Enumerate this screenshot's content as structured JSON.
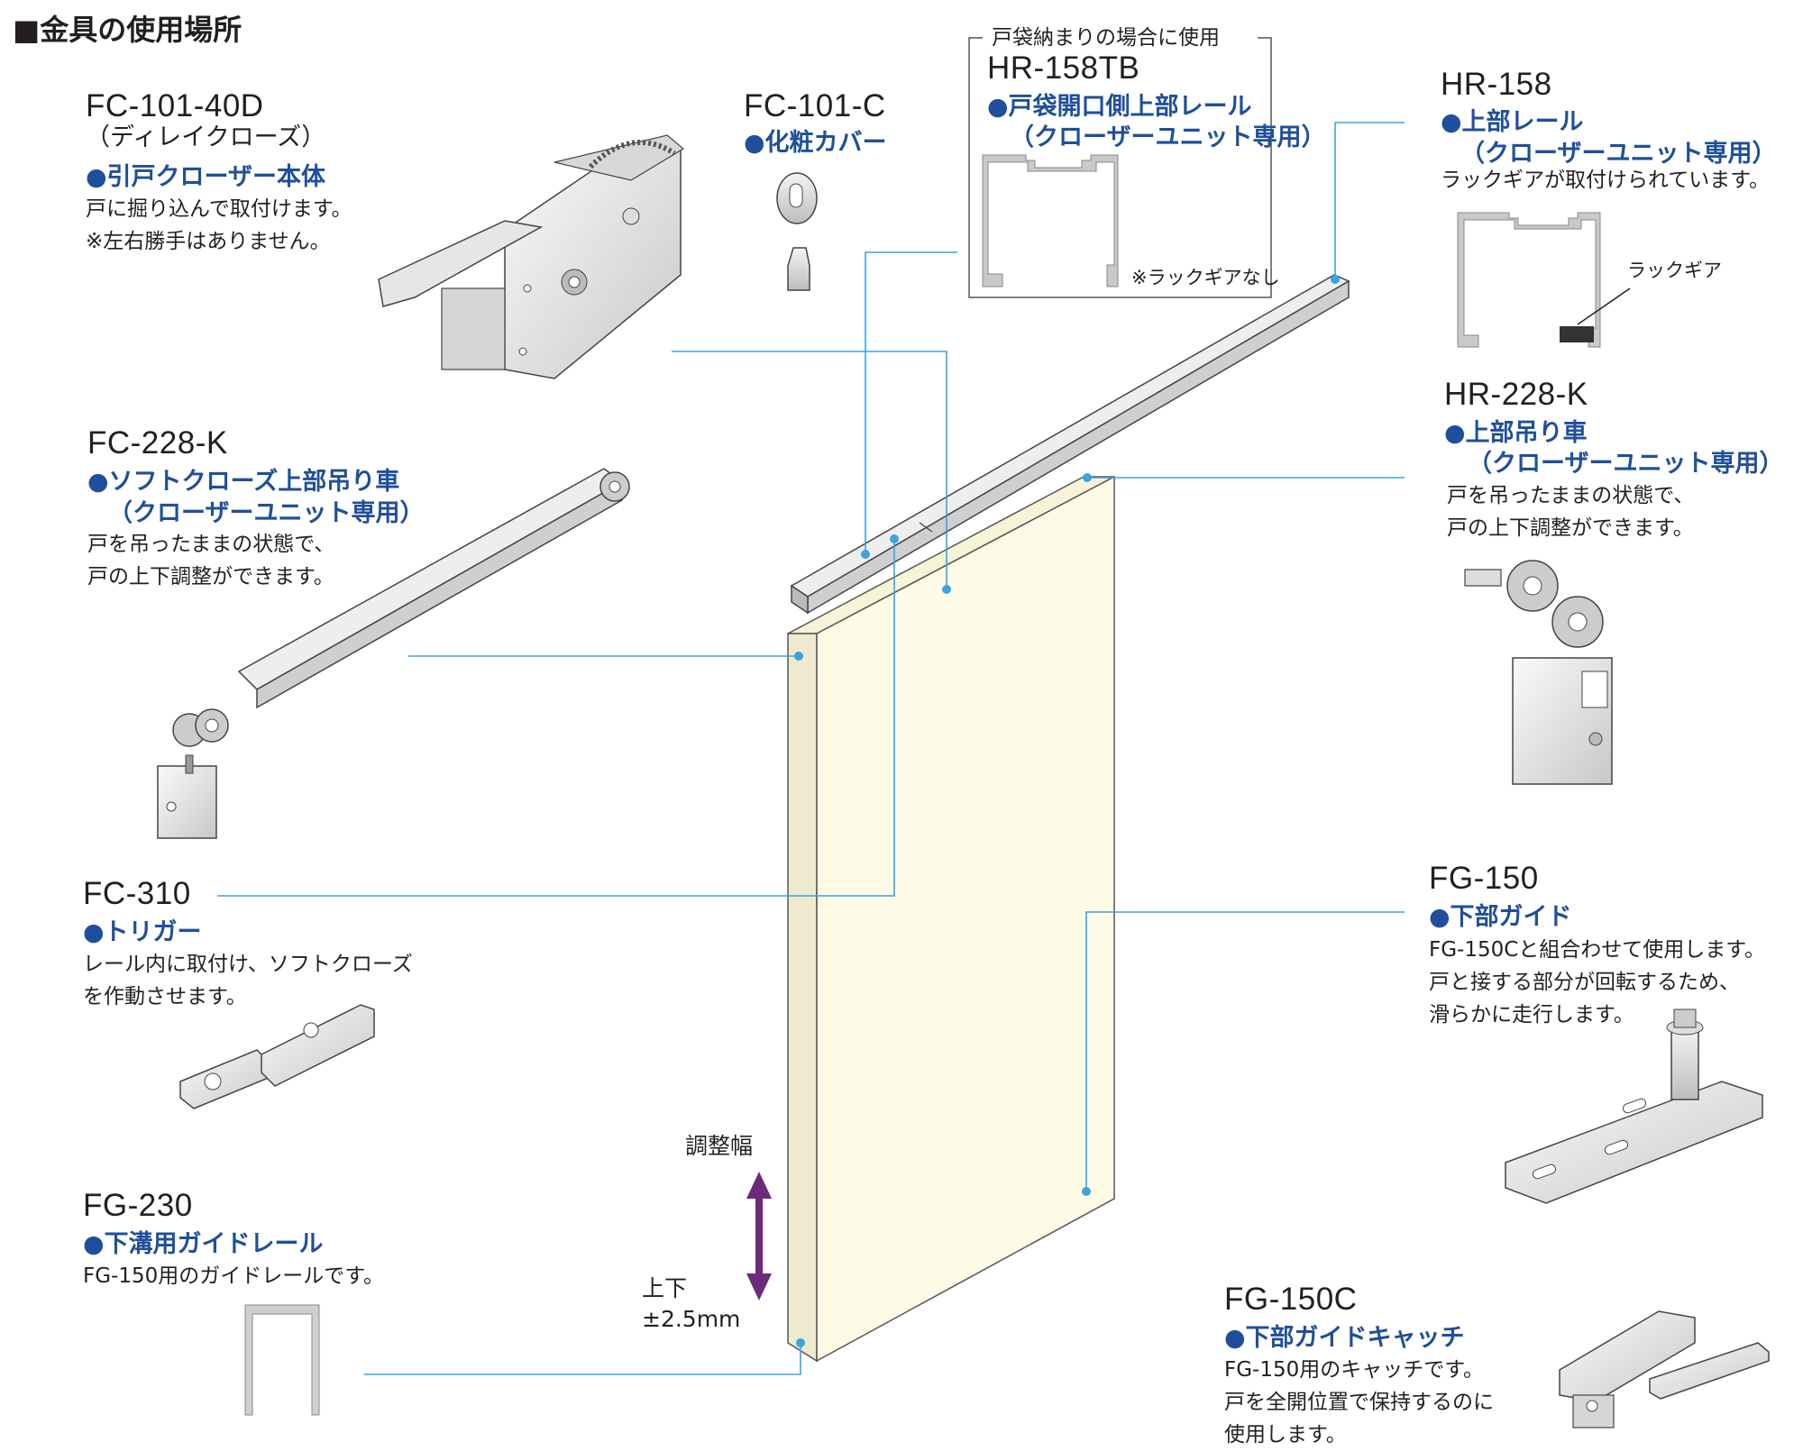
{
  "title": "■金具の使用場所",
  "colors": {
    "accent": "#1f4f9c",
    "leader": "#3aa3e0",
    "door": "#fdfbe6",
    "arrow": "#6b2a7a"
  },
  "parts": {
    "fc101_40d": {
      "code": "FC-101-40D",
      "sub": "（ディレイクローズ）",
      "name": "●引戸クローザー本体",
      "desc1": "戸に掘り込んで取付けます。",
      "desc2": "※左右勝手はありません。"
    },
    "fc101c": {
      "code": "FC-101-C",
      "name": "●化粧カバー"
    },
    "hr158tb": {
      "frame_label": "戸袋納まりの場合に使用",
      "code": "HR-158TB",
      "name1": "●戸袋開口側上部レール",
      "name2": "（クローザーユニット専用）",
      "note": "※ラックギアなし"
    },
    "hr158": {
      "code": "HR-158",
      "name1": "●上部レール",
      "name2": "（クローザーユニット専用）",
      "desc": "ラックギアが取付けられています。",
      "rack_label": "ラックギア"
    },
    "fc228k": {
      "code": "FC-228-K",
      "name1": "●ソフトクローズ上部吊り車",
      "name2": "（クローザーユニット専用）",
      "desc1": "戸を吊ったままの状態で、",
      "desc2": "戸の上下調整ができます。"
    },
    "hr228k": {
      "code": "HR-228-K",
      "name1": "●上部吊り車",
      "name2": "（クローザーユニット専用）",
      "desc1": "戸を吊ったままの状態で、",
      "desc2": "戸の上下調整ができます。"
    },
    "fc310": {
      "code": "FC-310",
      "name": "●トリガー",
      "desc1": "レール内に取付け、ソフトクローズ",
      "desc2": "を作動させます。"
    },
    "fg150": {
      "code": "FG-150",
      "name": "●下部ガイド",
      "desc1": "FG-150Cと組合わせて使用します。",
      "desc2": "戸と接する部分が回転するため、",
      "desc3": "滑らかに走行します。"
    },
    "fg230": {
      "code": "FG-230",
      "name": "●下溝用ガイドレール",
      "desc": "FG-150用のガイドレールです。"
    },
    "fg150c": {
      "code": "FG-150C",
      "name": "●下部ガイドキャッチ",
      "desc1": "FG-150用のキャッチです。",
      "desc2": "戸を全開位置で保持するのに",
      "desc3": "使用します。"
    }
  },
  "adjust": {
    "label": "調整幅",
    "dir": "上下",
    "range": "±2.5mm"
  }
}
